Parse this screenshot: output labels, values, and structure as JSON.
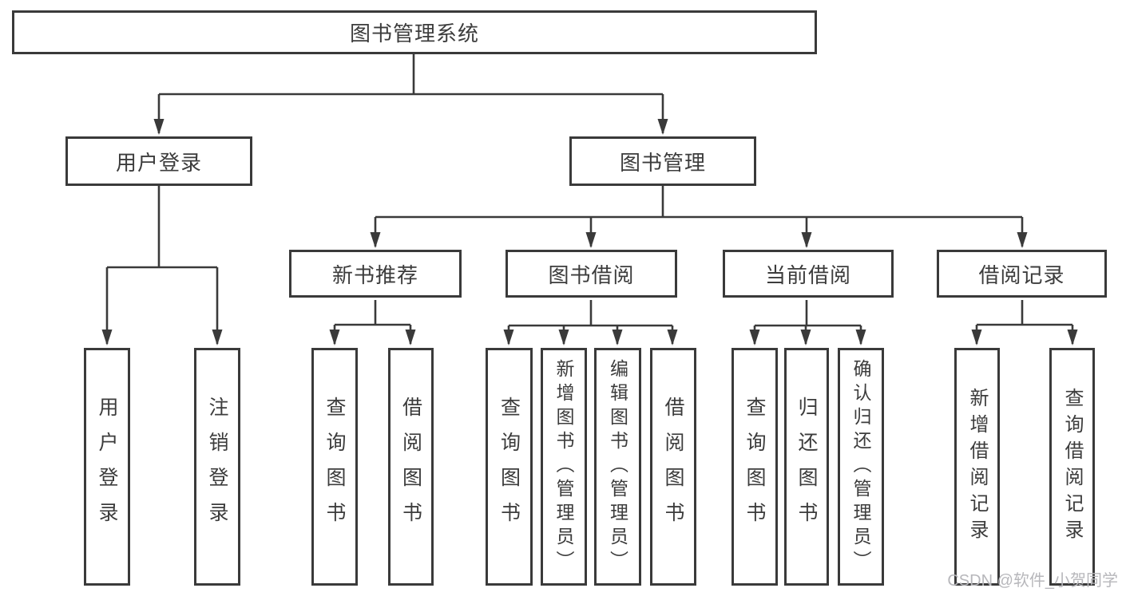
{
  "diagram": {
    "root": {
      "label": "图书管理系统"
    },
    "branches": [
      {
        "label": "用户登录",
        "children": [
          {
            "label": "用户登录"
          },
          {
            "label": "注销登录"
          }
        ]
      },
      {
        "label": "图书管理",
        "children": [
          {
            "label": "新书推荐",
            "children": [
              {
                "label": "查询图书"
              },
              {
                "label": "借阅图书"
              }
            ]
          },
          {
            "label": "图书借阅",
            "children": [
              {
                "label": "查询图书"
              },
              {
                "label": "新增图书（管理员）"
              },
              {
                "label": "编辑图书（管理员）"
              },
              {
                "label": "借阅图书"
              }
            ]
          },
          {
            "label": "当前借阅",
            "children": [
              {
                "label": "查询图书"
              },
              {
                "label": "归还图书"
              },
              {
                "label": "确认归还（管理员）"
              }
            ]
          },
          {
            "label": "借阅记录",
            "children": [
              {
                "label": "新增借阅记录"
              },
              {
                "label": "查询借阅记录"
              }
            ]
          }
        ]
      }
    ]
  },
  "watermark": {
    "text": "CSDN @软件_小贺同学"
  },
  "colors": {
    "line": "#3a3a3a",
    "text": "#3c3c3c",
    "bg": "#ffffff",
    "watermark": "#b7b7bb"
  }
}
